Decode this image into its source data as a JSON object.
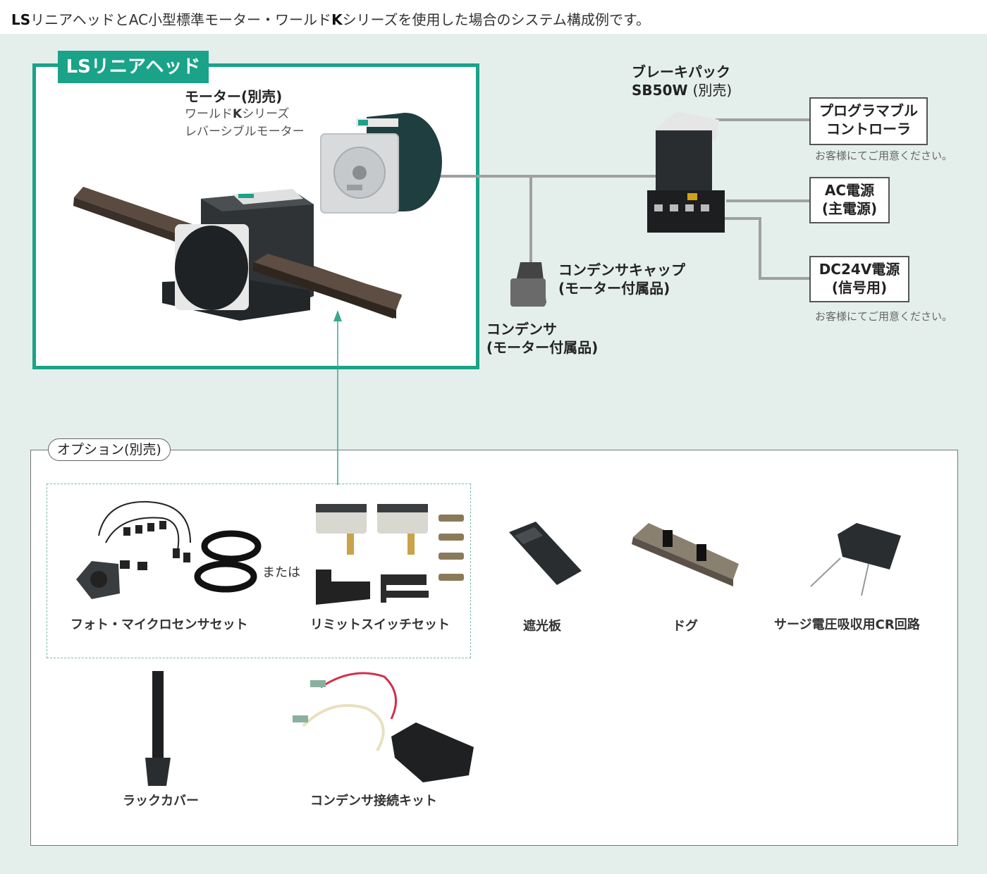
{
  "header": {
    "pre": "LS",
    "part1": "リニアヘッドとAC小型標準モーター・ワールド",
    "k": "K",
    "part2": "シリーズを使用した場合のシステム構成例です。"
  },
  "ls_head": {
    "tag": "LSリニアヘッド"
  },
  "motor": {
    "title": "モーター(別売)",
    "series_pre": "ワールド",
    "series_k": "K",
    "series_post": "シリーズ",
    "type": "レバーシブルモーター"
  },
  "brake_pack": {
    "line1": "ブレーキパック",
    "model": "SB50W",
    "suffix": "(別売)"
  },
  "plc": {
    "line1": "プログラマブル",
    "line2": "コントローラ",
    "note": "お客様にてご用意ください。"
  },
  "ac_power": {
    "line1": "AC電源",
    "line2": "(主電源)"
  },
  "dc_power": {
    "line1": "DC24V電源",
    "line2": "(信号用)",
    "note": "お客様にてご用意ください。"
  },
  "capacitor_cap": {
    "line1": "コンデンサキャップ",
    "line2": "(モーター付属品)"
  },
  "capacitor": {
    "line1": "コンデンサ",
    "line2": "(モーター付属品)"
  },
  "options": {
    "tag": "オプション(別売)",
    "or_text": "または",
    "items": [
      {
        "label": "フォト・マイクロセンサセット"
      },
      {
        "label": "リミットスイッチセット"
      },
      {
        "label": "遮光板"
      },
      {
        "label": "ドグ"
      },
      {
        "label": "サージ電圧吸収用CR回路"
      },
      {
        "label": "ラックカバー"
      },
      {
        "label": "コンデンサ接続キット"
      }
    ]
  },
  "colors": {
    "accent": "#1aa389",
    "background": "#e4efec",
    "wire": "#a0a0a0"
  }
}
